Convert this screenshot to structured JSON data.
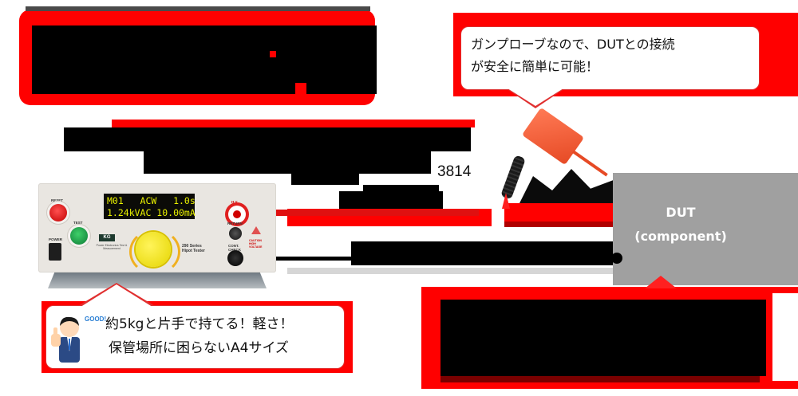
{
  "title_banner": {
    "text_redacted": true,
    "frame_color": "#ff0000"
  },
  "subtitle": {
    "text_redacted": true,
    "model_suffix": "3814"
  },
  "device": {
    "display": {
      "line1": "M01   ACW   1.0s",
      "line2": "1.24kVAC 10.00mA"
    },
    "labels": {
      "reset": "RESET",
      "test": "TEST",
      "power": "POWER",
      "return": "RETURN",
      "hv": "H.V.",
      "cont_check": "CONT. CHECK",
      "caution": "CAUTION HIGH VOLTAGE"
    },
    "brand": "KG",
    "brand_sub": "Power Electronics Test & Measurement",
    "series": [
      "290 Series",
      "Hipot Tester"
    ]
  },
  "probe_bubble": {
    "lines": [
      "ガンプローブなので、DUTとの接続",
      "が安全に簡単に可能！"
    ]
  },
  "dut": {
    "line1": "DUT",
    "line2": "(component)",
    "color": "#a0a0a0"
  },
  "size_bubble": {
    "lines": [
      "約5kgと片手で持てる！軽さ！",
      "保管場所に困らないA4サイズ"
    ],
    "badge": "GOOD!"
  },
  "bottom_right_banner": {
    "text_redacted": true
  },
  "colors": {
    "accent_red": "#ff0000",
    "redaction": "#000000",
    "dut_gray": "#a0a0a0"
  }
}
